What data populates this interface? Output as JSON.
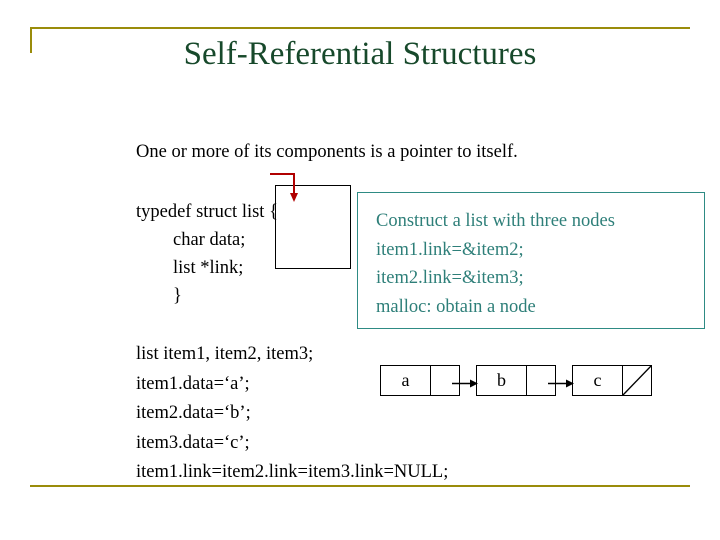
{
  "slide": {
    "title": "Self-Referential Structures",
    "intro": "One or more of its components is a pointer to itself.",
    "code_block": [
      "typedef struct list {",
      "        char data;",
      "        list *link;",
      "        }"
    ],
    "note_box": [
      "Construct a list with three nodes",
      "item1.link=&item2;",
      "item2.link=&item3;",
      "malloc: obtain a node"
    ],
    "listing": [
      "list item1, item2, item3;",
      "item1.data=‘a’;",
      "item2.data=‘b’;",
      "item3.data=‘c’;",
      "item1.link=item2.link=item3.link=NULL;"
    ],
    "linked_list": {
      "nodes": [
        "a",
        "b",
        "c"
      ],
      "last_node_null": true
    },
    "colors": {
      "title": "#17492b",
      "rule": "#9a8c0a",
      "note_text": "#2e7f79",
      "note_border": "#2e8b84",
      "body_text": "#000000"
    }
  }
}
